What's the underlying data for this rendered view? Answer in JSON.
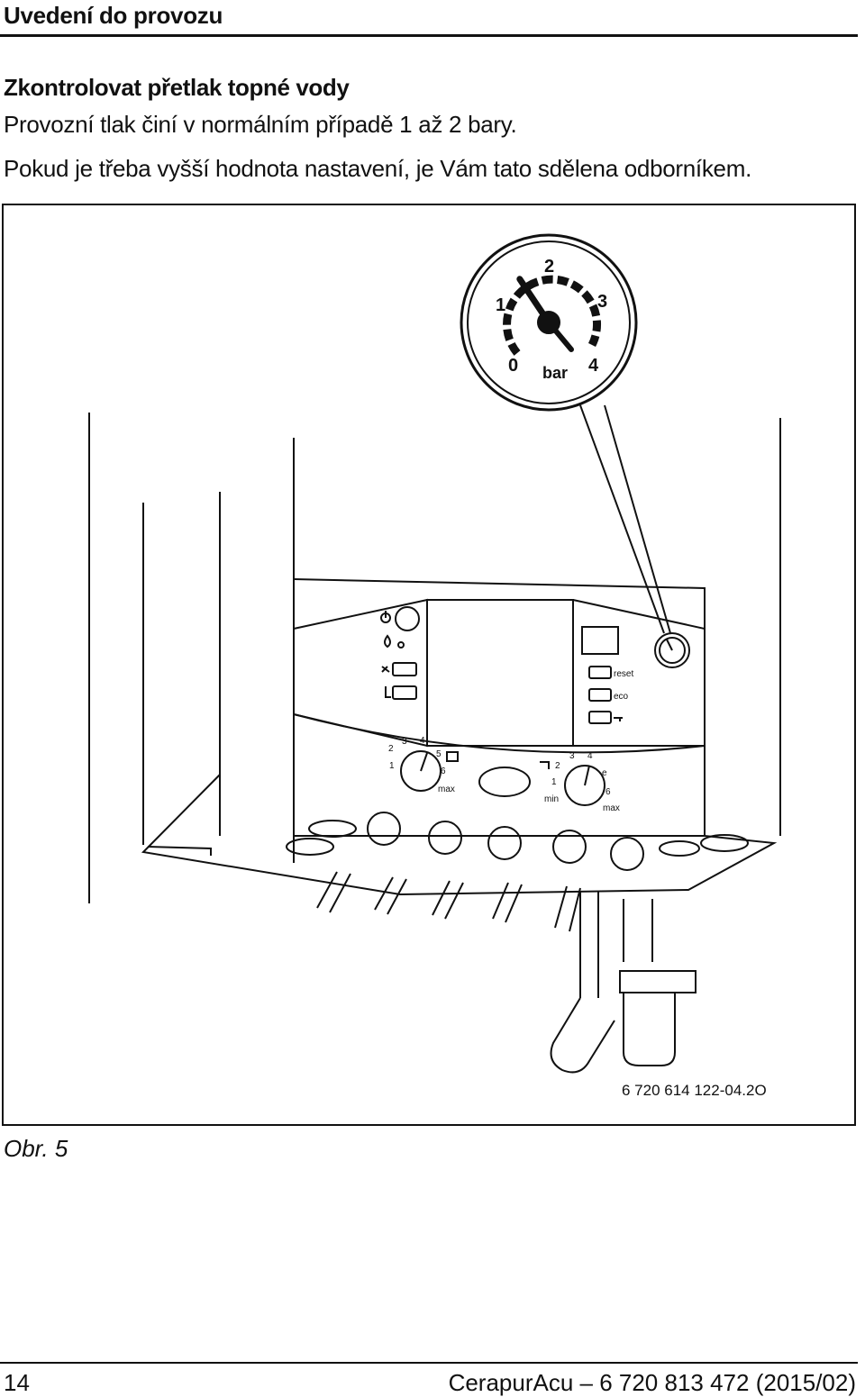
{
  "header": {
    "title": "Uvedení do provozu"
  },
  "section": {
    "title": "Zkontrolovat přetlak topné vody",
    "paragraph1": "Provozní tlak činí v normálním případě 1 až 2 bary.",
    "paragraph2": "Pokud je třeba vyšší hodnota nastavení, je Vám tato sdělena odborníkem."
  },
  "figure": {
    "gauge": {
      "scale_labels": [
        "0",
        "1",
        "2",
        "3",
        "4"
      ],
      "unit": "bar",
      "pointer_value": 1.5
    },
    "panel": {
      "button_labels": [
        "reset",
        "eco"
      ],
      "knob1_scale": [
        "1",
        "2",
        "3",
        "4",
        "5",
        "6",
        "max"
      ],
      "knob2_scale": [
        "1",
        "2",
        "3",
        "4",
        "e",
        "6",
        "min",
        "max"
      ]
    },
    "code": "6 720 614 122-04.2O",
    "caption": "Obr. 5"
  },
  "footer": {
    "page_number": "14",
    "document_id": "CerapurAcu – 6 720 813 472 (2015/02)"
  }
}
